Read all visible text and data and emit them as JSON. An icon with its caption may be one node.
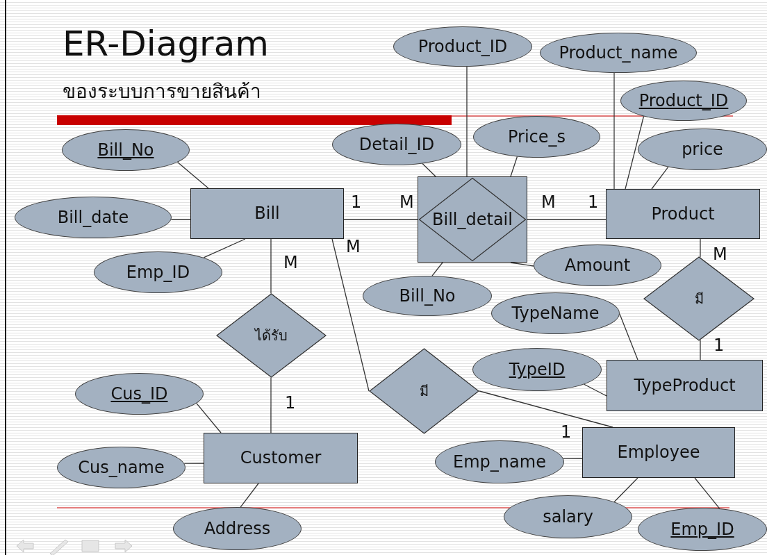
{
  "diagram": {
    "title": "ER-Diagram",
    "nodes": [
      {
        "text": [
          "Product_ID"
        ]
      },
      {
        "text": [
          "Product_name"
        ]
      },
      {
        "text": [
          "Product_ID"
        ]
      },
      {
        "text": [
          "Detail_ID"
        ]
      },
      {
        "text": [
          "Price_s"
        ]
      },
      {
        "text": [
          "Bill_No"
        ]
      },
      {
        "text": [
          "price"
        ]
      },
      {
        "text": [
          "Bill"
        ]
      },
      {
        "text": [
          "Bill_date"
        ]
      },
      {
        "text": [
          "Bill_detail"
        ]
      },
      {
        "text": [
          "Product"
        ]
      },
      {
        "text": [
          "Emp_ID"
        ]
      },
      {
        "text": [
          "Amount"
        ]
      },
      {
        "text": [
          "Bill_No"
        ]
      },
      {
        "text": [
          "มี"
        ]
      },
      {
        "text": [
          "TypeName"
        ]
      },
      {
        "text": [
          "ได้รับ"
        ]
      },
      {
        "text": [
          "TypeID"
        ]
      },
      {
        "text": [
          "TypeProduct"
        ]
      },
      {
        "text": [
          "มี"
        ]
      },
      {
        "text": [
          "Cus_ID"
        ]
      },
      {
        "text": [
          "Employee"
        ]
      },
      {
        "text": [
          "Cus_name"
        ]
      },
      {
        "text": [
          "Customer"
        ]
      },
      {
        "text": [
          "Emp_name"
        ]
      },
      {
        "text": [
          "salary"
        ]
      },
      {
        "text": [
          "Address"
        ]
      },
      {
        "text": [
          "Emp_ID"
        ]
      }
    ],
    "edges": [
      {
        "from": 5,
        "to": 7,
        "arrow": "none"
      },
      {
        "from": 8,
        "to": 7,
        "arrow": "none"
      },
      {
        "from": 11,
        "to": 7,
        "arrow": "none"
      },
      {
        "from": 7,
        "to": 9,
        "arrow": "none"
      },
      {
        "from": 9,
        "to": 10,
        "arrow": "none"
      },
      {
        "from": 0,
        "to": 9,
        "arrow": "none"
      },
      {
        "from": 3,
        "to": 9,
        "arrow": "none"
      },
      {
        "from": 4,
        "to": 9,
        "arrow": "none"
      },
      {
        "from": 13,
        "to": 9,
        "arrow": "none"
      },
      {
        "from": 12,
        "to": 9,
        "arrow": "none"
      },
      {
        "from": 1,
        "to": 10,
        "arrow": "none"
      },
      {
        "from": 2,
        "to": 10,
        "arrow": "none"
      },
      {
        "from": 6,
        "to": 10,
        "arrow": "none"
      },
      {
        "from": 10,
        "to": 14,
        "arrow": "none"
      },
      {
        "from": 14,
        "to": 18,
        "arrow": "none"
      },
      {
        "from": 15,
        "to": 18,
        "arrow": "none"
      },
      {
        "from": 17,
        "to": 18,
        "arrow": "none"
      },
      {
        "from": 7,
        "to": 16,
        "arrow": "none"
      },
      {
        "from": 16,
        "to": 23,
        "arrow": "none"
      },
      {
        "from": 20,
        "to": 23,
        "arrow": "none"
      },
      {
        "from": 22,
        "to": 23,
        "arrow": "none"
      },
      {
        "from": 26,
        "to": 23,
        "arrow": "none"
      },
      {
        "from": 7,
        "to": 19,
        "arrow": "none"
      },
      {
        "from": 19,
        "to": 21,
        "arrow": "none"
      },
      {
        "from": 24,
        "to": 21,
        "arrow": "none"
      },
      {
        "from": 25,
        "to": 21,
        "arrow": "none"
      },
      {
        "from": 27,
        "to": 21,
        "arrow": "none"
      }
    ],
    "labels": [
      "ของระบบการขายสินค้า",
      "1",
      "M",
      "M",
      "1",
      "M",
      "M",
      "M",
      "1",
      "1",
      "1"
    ]
  }
}
